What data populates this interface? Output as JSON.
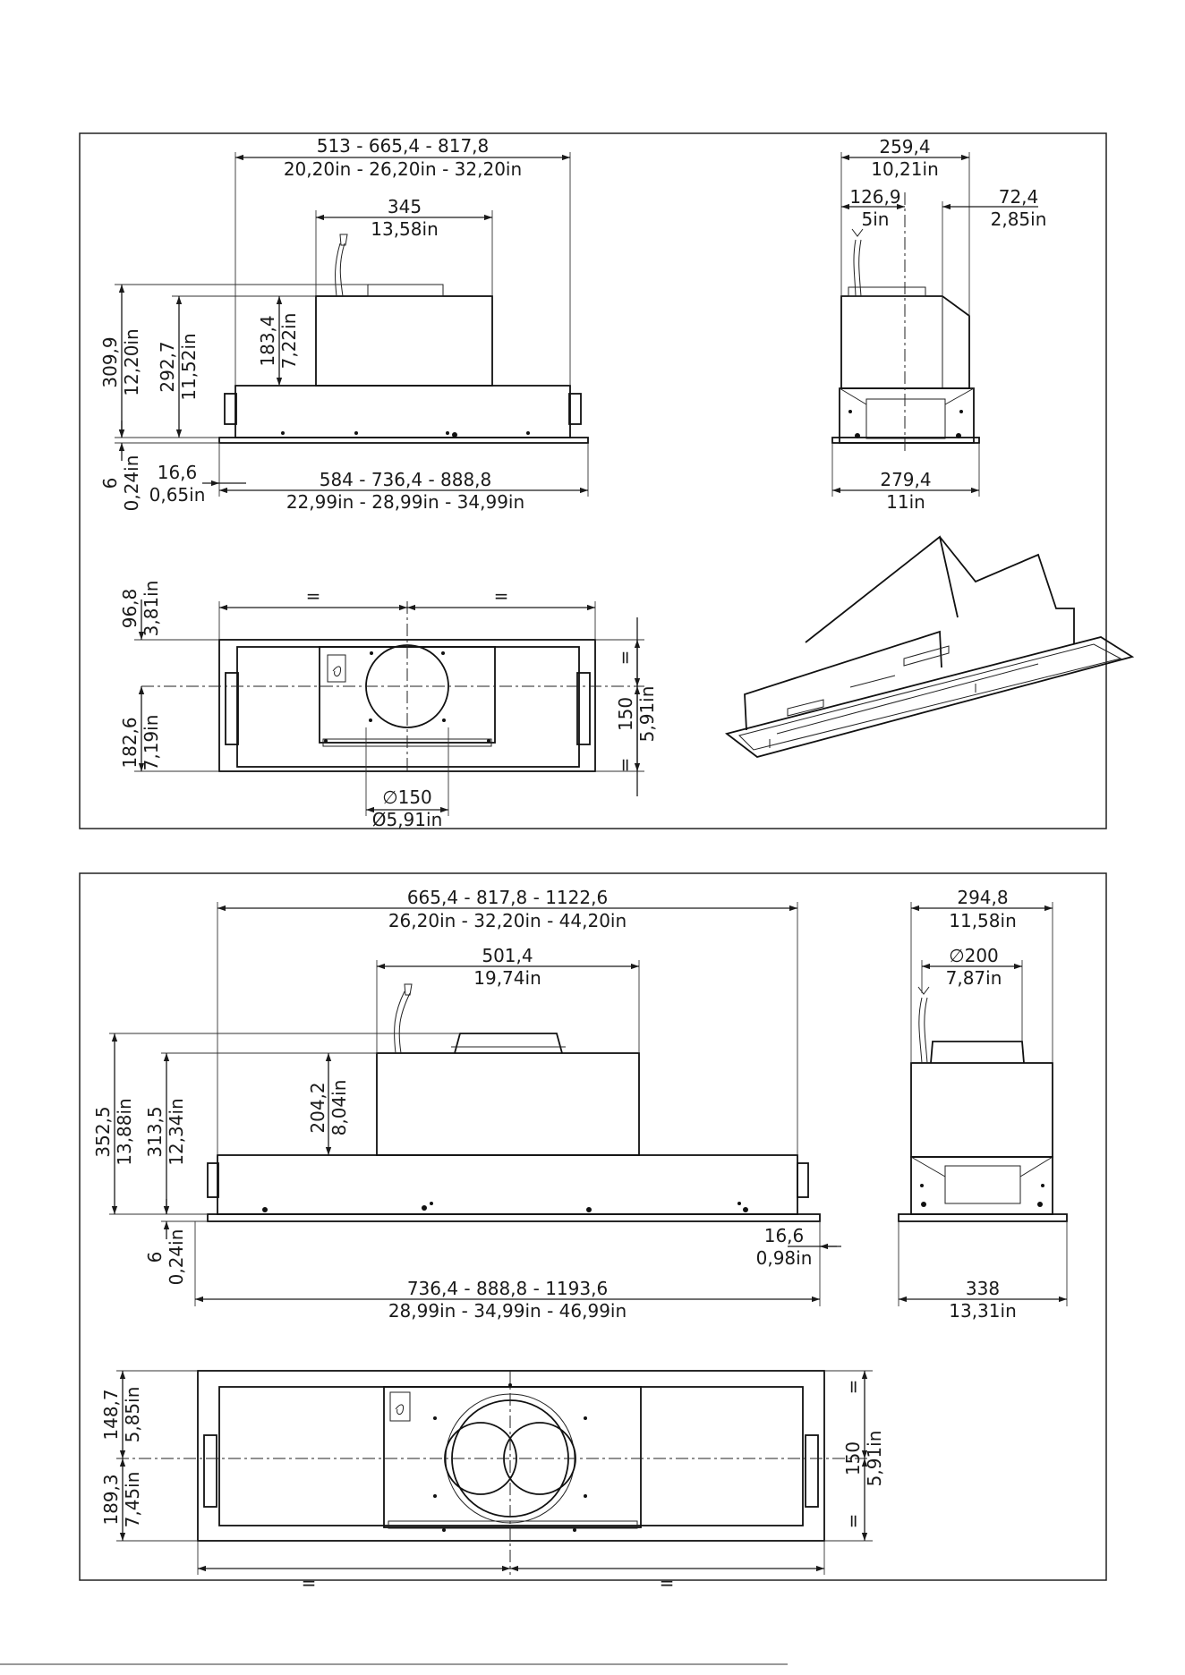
{
  "panel1": {
    "front": {
      "width_mm": "513 - 665,4 - 817,8",
      "width_in": "20,20in - 26,20in - 32,20in",
      "motor_mm": "345",
      "motor_in": "13,58in",
      "h_total_mm": "309,9",
      "h_total_in": "12,20in",
      "h_body_mm": "292,7",
      "h_body_in": "11,52in",
      "h_motor_mm": "183,4",
      "h_motor_in": "7,22in",
      "flange_mm": "6",
      "flange_in": "0,24in",
      "edge_mm": "16,6",
      "edge_in": "0,65in",
      "bottom_mm": "584 - 736,4 - 888,8",
      "bottom_in": "22,99in - 28,99in - 34,99in"
    },
    "side": {
      "width_mm": "259,4",
      "width_in": "10,21in",
      "offset_mm": "126,9",
      "offset_in": "5in",
      "duct_mm": "72,4",
      "duct_in": "2,85in",
      "bottom_mm": "279,4",
      "bottom_in": "11in"
    },
    "plan": {
      "eq": "=",
      "top_mm": "96,8",
      "top_in": "3,81in",
      "bot_mm": "182,6",
      "bot_in": "7,19in",
      "center_mm": "150",
      "center_in": "5,91in",
      "dia_mm": "∅150",
      "dia_in": "Ø5,91in"
    }
  },
  "panel2": {
    "front": {
      "width_mm": "665,4 - 817,8 - 1122,6",
      "width_in": "26,20in - 32,20in - 44,20in",
      "motor_mm": "501,4",
      "motor_in": "19,74in",
      "h_total_mm": "352,5",
      "h_total_in": "13,88in",
      "h_body_mm": "313,5",
      "h_body_in": "12,34in",
      "h_motor_mm": "204,2",
      "h_motor_in": "8,04in",
      "flange_mm": "6",
      "flange_in": "0,24in",
      "edge_mm": "16,6",
      "edge_in": "0,98in",
      "bottom_mm": "736,4 - 888,8 - 1193,6",
      "bottom_in": "28,99in - 34,99in - 46,99in"
    },
    "side": {
      "width_mm": "294,8",
      "width_in": "11,58in",
      "dia_mm": "∅200",
      "dia_in": "7,87in",
      "bottom_mm": "338",
      "bottom_in": "13,31in"
    },
    "plan": {
      "eq": "=",
      "top_mm": "148,7",
      "top_in": "5,85in",
      "bot_mm": "189,3",
      "bot_in": "7,45in",
      "center_mm": "150",
      "center_in": "5,91in"
    }
  }
}
